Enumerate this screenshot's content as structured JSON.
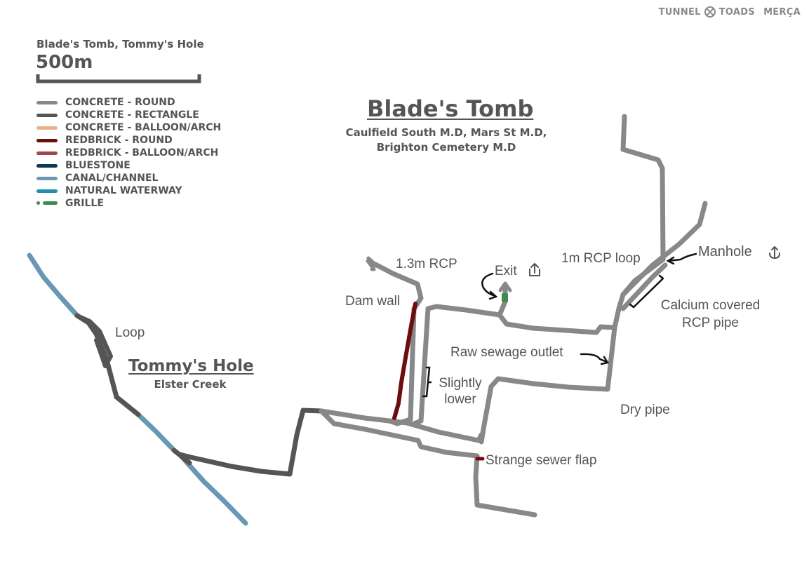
{
  "brand": {
    "left": "TUNNEL",
    "right": "TOADS",
    "secondary": "MERÇA"
  },
  "legend": {
    "title": "Blade's Tomb, Tommy's Hole",
    "scale_label": "500m",
    "items": [
      {
        "label": "CONCRETE - ROUND",
        "color": "#888888",
        "type": "line"
      },
      {
        "label": "CONCRETE - RECTANGLE",
        "color": "#555555",
        "type": "line"
      },
      {
        "label": "CONCRETE - BALLOON/ARCH",
        "color": "#e5b48a",
        "type": "line"
      },
      {
        "label": "REDBRICK  - ROUND",
        "color": "#6e0d0d",
        "type": "line"
      },
      {
        "label": "REDBRICK  - BALLOON/ARCH",
        "color": "#a04650",
        "type": "line"
      },
      {
        "label": "BLUESTONE",
        "color": "#0e3a4d",
        "type": "line"
      },
      {
        "label": "CANAL/CHANNEL",
        "color": "#6a98b4",
        "type": "line"
      },
      {
        "label": "NATURAL WATERWAY",
        "color": "#1f8fb0",
        "type": "line"
      },
      {
        "label": "GRILLE",
        "color": "#3f8a4f",
        "type": "grille"
      }
    ]
  },
  "titles": {
    "blades_tomb": "Blade's Tomb",
    "blades_tomb_sub_1": "Caulfield South M.D, Mars St M.D,",
    "blades_tomb_sub_2": "Brighton Cemetery M.D",
    "tommys_hole": "Tommy's Hole",
    "tommys_hole_sub": "Elster Creek"
  },
  "labels": {
    "rcp_13": "1.3m RCP",
    "exit": "Exit",
    "dam_wall": "Dam wall",
    "loop": "Loop",
    "slightly_lower_1": "Slightly",
    "slightly_lower_2": "lower",
    "rcp_loop": "1m RCP loop",
    "manhole": "Manhole",
    "calcium_1": "Calcium covered",
    "calcium_2": "RCP pipe",
    "raw_sewage": "Raw sewage outlet",
    "dry_pipe": "Dry pipe",
    "sewer_flap": "Strange sewer flap"
  },
  "colors": {
    "concrete_round": "#888888",
    "concrete_rect": "#555555",
    "redbrick_round": "#6e0d0d",
    "canal": "#6a98b4",
    "grille": "#3f8a4f",
    "annotation": "#111111",
    "text": "#555555"
  },
  "icons": [
    "exit-icon",
    "manhole-icon",
    "tunnel-toads-logo-icon"
  ]
}
